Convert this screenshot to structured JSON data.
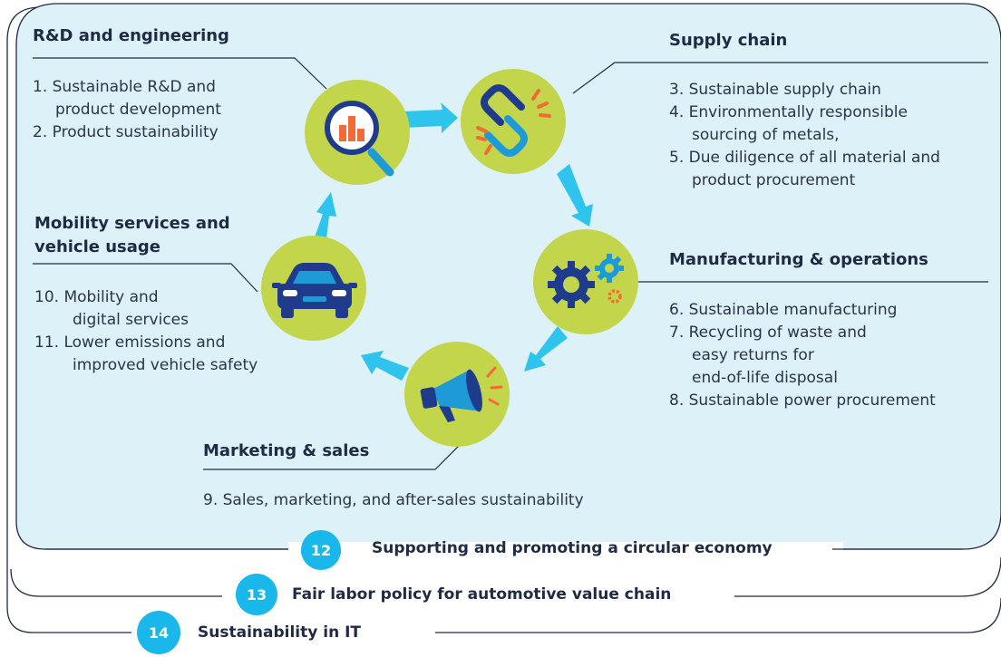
{
  "colors": {
    "background": "#ddf1f9",
    "panel_stroke": "#1f2a44",
    "arrow": "#2ec4ee",
    "circle": "#c3d64b",
    "badge": "#1ab8ea",
    "icon_dark": "#1f3b8c",
    "icon_blue": "#1e9bd7",
    "icon_orange": "#f26b36"
  },
  "sections": {
    "rd": {
      "title": "R&D and engineering",
      "items": [
        "1. Sustainable R&D and",
        "product development",
        "2. Product sustainability"
      ],
      "icon": "magnifier-chart-icon"
    },
    "supply": {
      "title": "Supply chain",
      "items": [
        "3. Sustainable supply chain",
        "4. Environmentally responsible",
        "sourcing of metals,",
        "5. Due diligence of all material and",
        "product procurement"
      ],
      "icon": "broken-chain-icon"
    },
    "manufacturing": {
      "title": "Manufacturing & operations",
      "items": [
        "6. Sustainable manufacturing",
        "7. Recycling of waste and",
        "easy returns for",
        "end-of-life disposal",
        "8. Sustainable power procurement"
      ],
      "icon": "gears-icon"
    },
    "marketing": {
      "title": "Marketing & sales",
      "items": [
        "9. Sales, marketing, and after-sales sustainability"
      ],
      "icon": "megaphone-icon"
    },
    "mobility": {
      "title_line1": "Mobility services and",
      "title_line2": "vehicle usage",
      "items": [
        "10. Mobility and",
        "digital services",
        "11. Lower emissions and",
        "improved vehicle safety"
      ],
      "icon": "car-icon"
    }
  },
  "badges": [
    {
      "number": "12",
      "label": "Supporting and promoting a circular economy"
    },
    {
      "number": "13",
      "label": "Fair labor policy for automotive value chain"
    },
    {
      "number": "14",
      "label": "Sustainability in IT"
    }
  ]
}
